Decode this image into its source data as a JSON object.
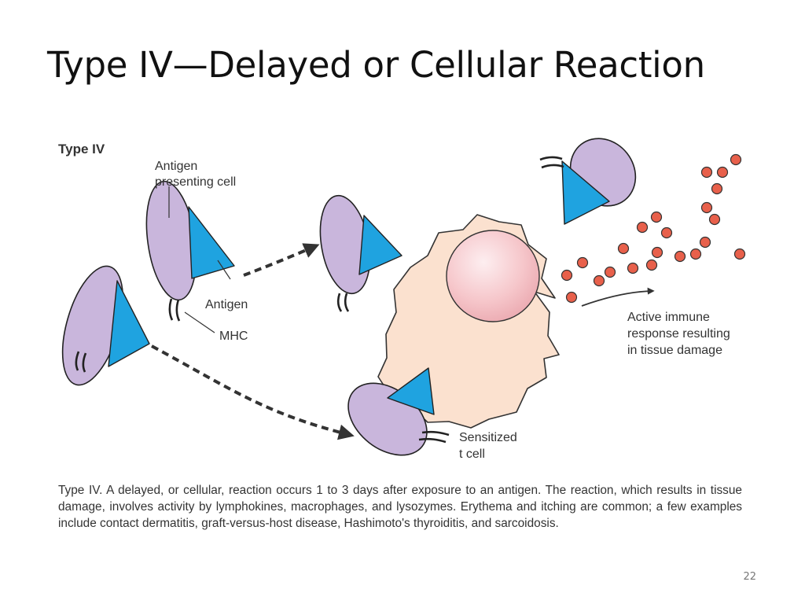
{
  "slide": {
    "title": "Type IV—Delayed or Cellular Reaction",
    "page_number": "22"
  },
  "figure": {
    "panel_label": "Type IV",
    "labels": {
      "apc_line1": "Antigen",
      "apc_line2": "presenting cell",
      "antigen": "Antigen",
      "mhc": "MHC",
      "response_line1": "Active immune",
      "response_line2": "response resulting",
      "response_line3": "in tissue damage",
      "tcell_line1": "Sensitized",
      "tcell_line2": "t cell"
    },
    "caption": "Type IV. A delayed, or cellular, reaction occurs 1 to 3 days after exposure to an antigen. The reaction, which results in tissue damage, involves activity by lymphokines, macrophages, and lysozymes. Erythema and itching are common; a few examples include contact dermatitis, graft-versus-host disease, Hashimoto's thyroiditis, and sarcoidosis.",
    "colors": {
      "cell_purple": "#c9b6dc",
      "antigen_blue": "#1fa3e0",
      "target_cell": "#fbe1cf",
      "nucleus": "#f7c4c8",
      "particle": "#e8604b"
    }
  }
}
